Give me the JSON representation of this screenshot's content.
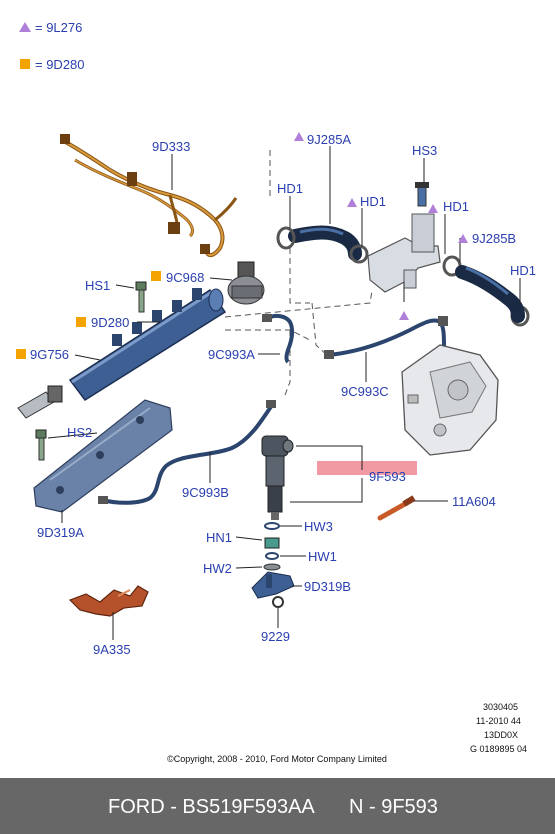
{
  "legend": {
    "triangle_label": "= 9L276",
    "square_label": "= 9D280"
  },
  "parts": {
    "p9D333": "9D333",
    "p9J285A": "9J285A",
    "HS3": "HS3",
    "HD1_a": "HD1",
    "HD1_b": "HD1",
    "HD1_c": "HD1",
    "HD1_d": "HD1",
    "p9J285B": "9J285B",
    "HS1": "HS1",
    "p9C968": "9C968",
    "p9D280": "9D280",
    "p9G756": "9G756",
    "p9C993A": "9C993A",
    "p9C993C": "9C993C",
    "HS2": "HS2",
    "p9F593": "9F593",
    "p11A604": "11A604",
    "p9C993B": "9C993B",
    "p9D319A": "9D319A",
    "HN1": "HN1",
    "HW3": "HW3",
    "HW1": "HW1",
    "HW2": "HW2",
    "p9D319B": "9D319B",
    "p9229": "9229",
    "p9A335": "9A335"
  },
  "ref_codes": {
    "line1": "3030405",
    "line2": "11-2010 44",
    "line3": "13DD0X",
    "line4": "G 0189895 04"
  },
  "copyright": "©Copyright, 2008 - 2010, Ford Motor Company Limited",
  "footer": {
    "left": "FORD - BS519F593AA",
    "right": "N - 9F593"
  },
  "colors": {
    "label_blue": "#2a3fb0",
    "triangle": "#b07fd8",
    "square": "#f5a300",
    "highlight": "#f29aa3",
    "footer_bg": "#676767",
    "rail_blue": "#3d5f94",
    "harness_orange": "#c9802a"
  }
}
